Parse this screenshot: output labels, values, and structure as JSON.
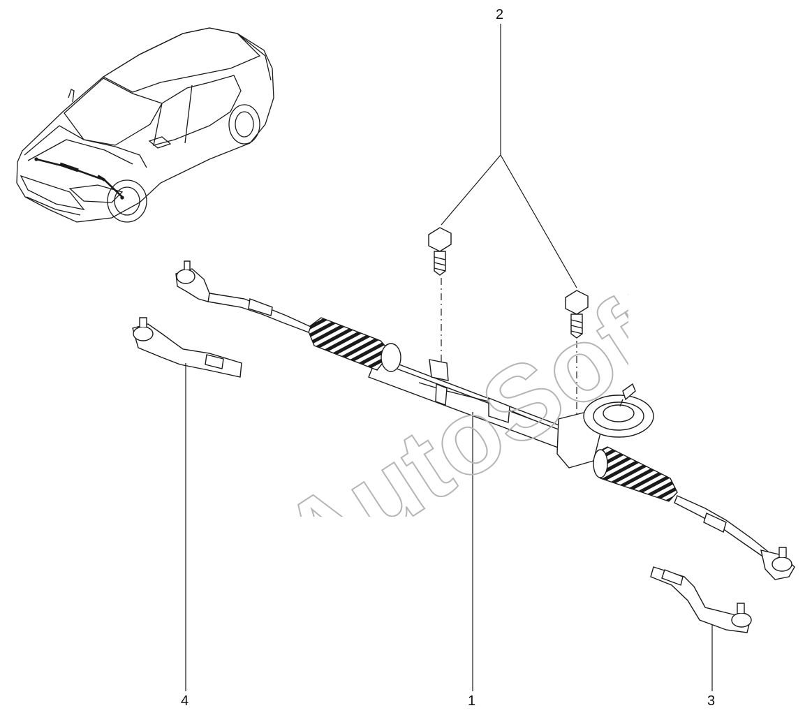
{
  "callouts": {
    "c1": "1",
    "c2": "2",
    "c3": "3",
    "c4": "4"
  },
  "watermark": {
    "text": "AutoSoft"
  },
  "colors": {
    "line": "#1a1a1a",
    "watermark_stroke": "#b5b5b5",
    "background": "#ffffff"
  }
}
